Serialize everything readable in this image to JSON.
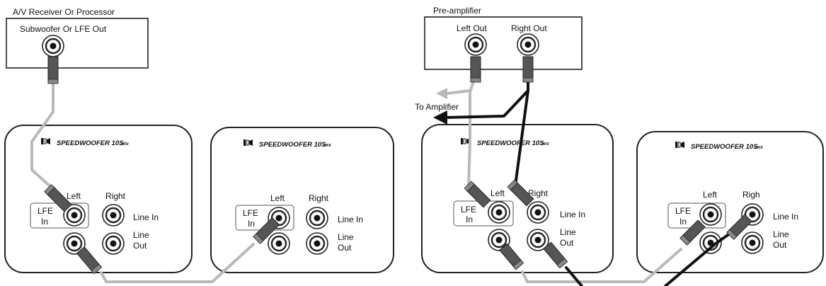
{
  "left_diagram": {
    "receiver_title": "A/V Receiver Or Processor",
    "receiver_output": "Subwoofer Or LFE Out",
    "sub1": {
      "brand": "SPEEDWOOFER 10S",
      "brand_suffix": "MKII",
      "left": "Left",
      "right": "Right",
      "lfe1": "LFE",
      "lfe2": "In",
      "line_in": "Line In",
      "line1": "Line",
      "line2": "Out"
    },
    "sub2": {
      "brand": "SPEEDWOOFER 10S",
      "brand_suffix": "MKII",
      "left": "Left",
      "right": "Right",
      "lfe1": "LFE",
      "lfe2": "In",
      "line_in": "Line In",
      "line1": "Line",
      "line2": "Out"
    }
  },
  "right_diagram": {
    "preamp_title": "Pre-amplifier",
    "left_out": "Left Out",
    "right_out": "Right Out",
    "to_amplifier": "To Amplifier",
    "sub1": {
      "brand": "SPEEDWOOFER 10S",
      "brand_suffix": "MKII",
      "left": "Left",
      "right": "Right",
      "lfe1": "LFE",
      "lfe2": "In",
      "line_in": "Line In",
      "line1": "Line",
      "line2": "Out"
    },
    "sub2": {
      "brand": "SPEEDWOOFER 10S",
      "brand_suffix": "MKII",
      "left": "Left",
      "right": "Righ",
      "lfe1": "LFE",
      "lfe2": "In",
      "line_in": "Line In",
      "line1": "Line",
      "line2": "Out"
    }
  },
  "colors": {
    "gray_cable": "#b9b9b9",
    "black_cable": "#111111",
    "outline": "#222222"
  }
}
